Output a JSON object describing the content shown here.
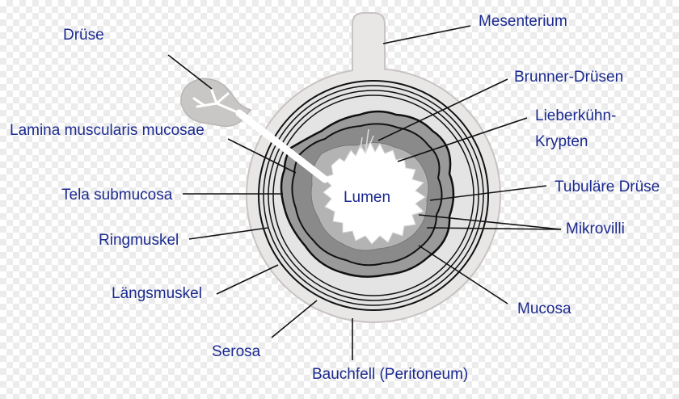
{
  "diagram": {
    "center_label": "Lumen",
    "labels": {
      "druse": "Drüse",
      "mesenterium": "Mesenterium",
      "brunner": "Brunner-Drüsen",
      "lieberkuhn_1": "Lieberkühn-",
      "lieberkuhn_2": "Krypten",
      "lamina": "Lamina muscularis mucosae",
      "tela": "Tela submucosa",
      "tubulare": "Tubuläre Drüse",
      "ringmuskel": "Ringmuskel",
      "mikrovilli": "Mikrovilli",
      "langsmuskel": "Längsmuskel",
      "mucosa": "Mucosa",
      "serosa": "Serosa",
      "bauchfell": "Bauchfell (Peritoneum)"
    },
    "colors": {
      "serosa_fill": "#e9e6e6",
      "serosa_edge": "#c9c3c3",
      "muscle_fill": "#e4e4e4",
      "submucosa_fill": "#9a9a9a",
      "mucosa_fill": "#8a8a8a",
      "lumen_fill": "#ffffff",
      "label_text": "#1b2a8f",
      "leader_line": "#111111"
    }
  }
}
